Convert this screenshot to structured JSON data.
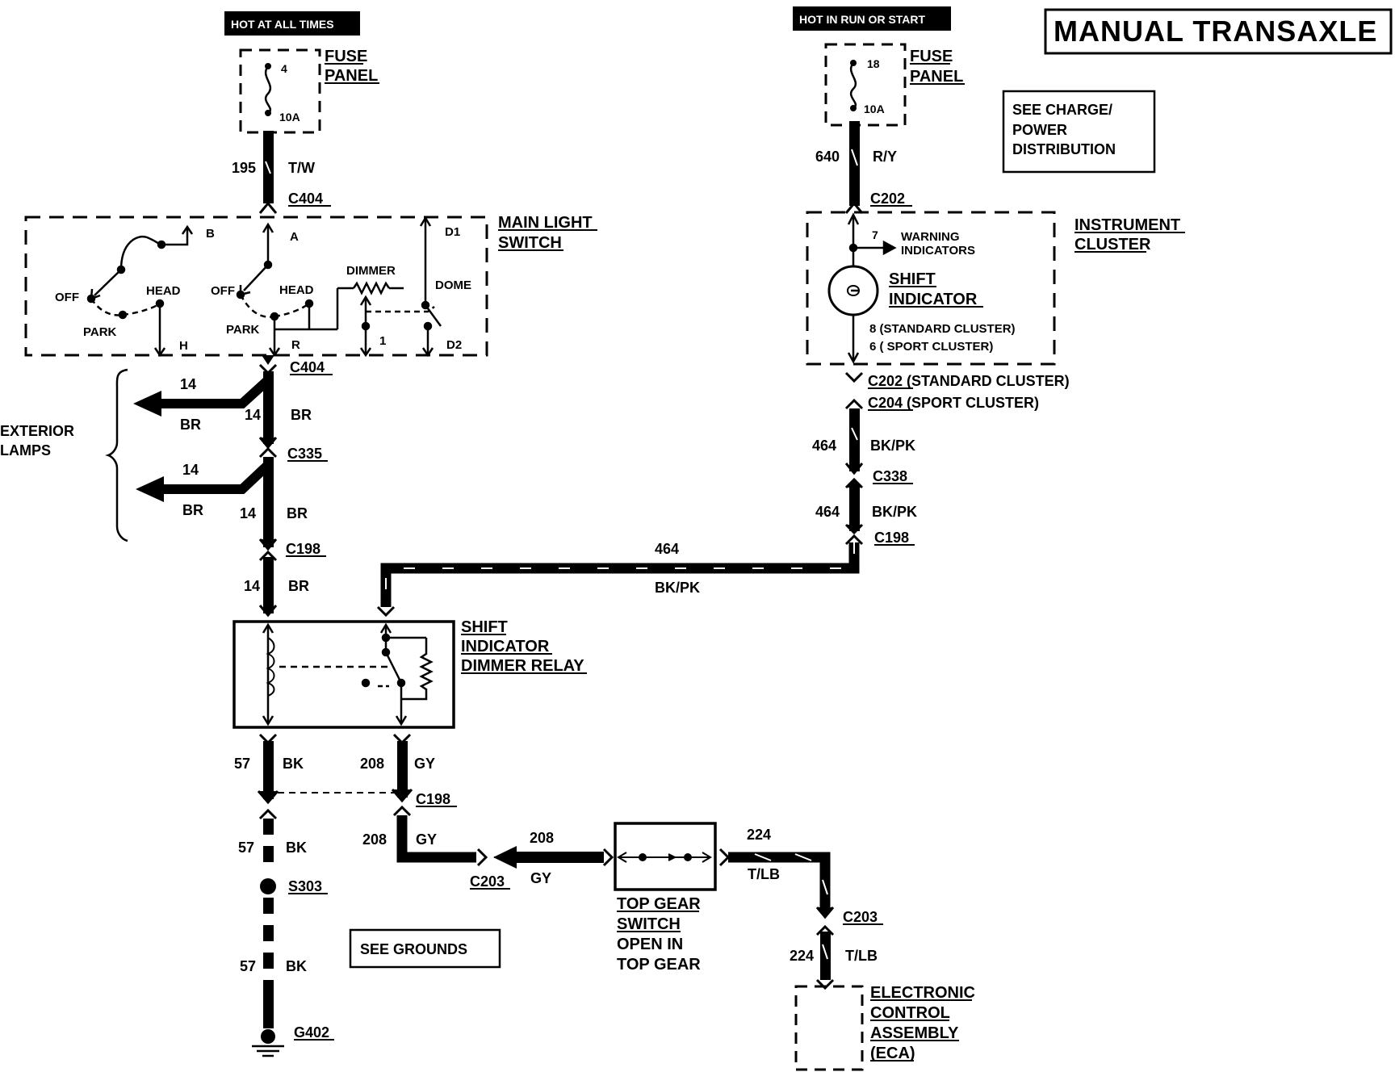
{
  "title": "MANUAL TRANSAXLE",
  "power": {
    "left_header": "HOT AT ALL TIMES",
    "right_header": "HOT IN RUN OR START",
    "fuse_panel_label": "FUSE PANEL",
    "fuse_left_num": "4",
    "fuse_left_amp": "10A",
    "fuse_right_num": "18",
    "fuse_right_amp": "10A",
    "see_charge": [
      "SEE CHARGE/",
      "POWER",
      "DISTRIBUTION"
    ]
  },
  "main_light_switch": {
    "label": [
      "MAIN LIGHT",
      "SWITCH"
    ],
    "terminals": [
      "B",
      "A",
      "D1",
      "H",
      "R",
      "1",
      "D2"
    ],
    "positions": [
      "OFF",
      "HEAD",
      "PARK",
      "OFF",
      "HEAD",
      "PARK",
      "DIMMER",
      "DOME"
    ]
  },
  "instrument_cluster": {
    "label": [
      "INSTRUMENT",
      "CLUSTER"
    ],
    "pin7": "7",
    "warning": [
      "WARNING",
      "INDICATORS"
    ],
    "shift_indicator": [
      "SHIFT",
      "INDICATOR"
    ],
    "pins": [
      "8 (STANDARD CLUSTER)",
      "6 ( SPORT CLUSTER)"
    ]
  },
  "exterior_lamps": [
    "EXTERIOR",
    "LAMPS"
  ],
  "relay": {
    "label": [
      "SHIFT",
      "INDICATOR",
      "DIMMER RELAY"
    ]
  },
  "top_gear_switch": {
    "label": [
      "TOP GEAR",
      "SWITCH",
      "OPEN IN",
      "TOP GEAR"
    ]
  },
  "eca": {
    "label": [
      "ELECTRONIC",
      "CONTROL",
      "ASSEMBLY",
      "(ECA)"
    ]
  },
  "see_grounds": "SEE GROUNDS",
  "connectors": {
    "c404_top": "C404",
    "c404_bot": "C404",
    "c335": "C335",
    "c198_left": "C198",
    "c202_top": "C202",
    "c202_std": "C202 (STANDARD CLUSTER)",
    "c204_sport": "C204 (SPORT CLUSTER)",
    "c338": "C338",
    "c198_right": "C198",
    "c198_mid": "C198",
    "c203_left": "C203",
    "c203_right": "C203",
    "s303": "S303",
    "g402": "G402"
  },
  "wires": {
    "w195": "195",
    "w195_color": "T/W",
    "w640": "640",
    "w640_color": "R/Y",
    "w14": "14",
    "br": "BR",
    "w464": "464",
    "bkpk": "BK/PK",
    "w57": "57",
    "bk": "BK",
    "w208": "208",
    "gy": "GY",
    "w224": "224",
    "tlb": "T/LB"
  }
}
